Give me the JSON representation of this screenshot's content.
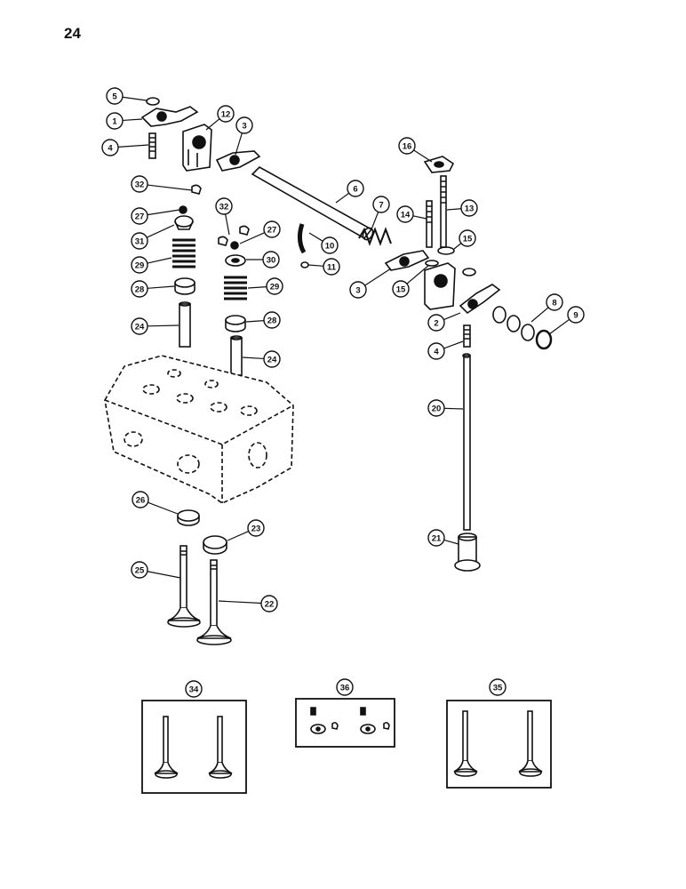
{
  "page_number": "24",
  "callouts": [
    {
      "id": "c5",
      "label": "5"
    },
    {
      "id": "c1",
      "label": "1"
    },
    {
      "id": "c4a",
      "label": "4"
    },
    {
      "id": "c12",
      "label": "12"
    },
    {
      "id": "c3a",
      "label": "3"
    },
    {
      "id": "c16",
      "label": "16"
    },
    {
      "id": "c6",
      "label": "6"
    },
    {
      "id": "c32a",
      "label": "32"
    },
    {
      "id": "c27a",
      "label": "27"
    },
    {
      "id": "c31",
      "label": "31"
    },
    {
      "id": "c29a",
      "label": "29"
    },
    {
      "id": "c28a",
      "label": "28"
    },
    {
      "id": "c24a",
      "label": "24"
    },
    {
      "id": "c32b",
      "label": "32"
    },
    {
      "id": "c27b",
      "label": "27"
    },
    {
      "id": "c30",
      "label": "30"
    },
    {
      "id": "c29b",
      "label": "29"
    },
    {
      "id": "c28b",
      "label": "28"
    },
    {
      "id": "c24b",
      "label": "24"
    },
    {
      "id": "c7",
      "label": "7"
    },
    {
      "id": "c10",
      "label": "10"
    },
    {
      "id": "c11",
      "label": "11"
    },
    {
      "id": "c14",
      "label": "14"
    },
    {
      "id": "c13",
      "label": "13"
    },
    {
      "id": "c15a",
      "label": "15"
    },
    {
      "id": "c3b",
      "label": "3"
    },
    {
      "id": "c15b",
      "label": "15"
    },
    {
      "id": "c2",
      "label": "2"
    },
    {
      "id": "c8",
      "label": "8"
    },
    {
      "id": "c9",
      "label": "9"
    },
    {
      "id": "c4b",
      "label": "4"
    },
    {
      "id": "c20",
      "label": "20"
    },
    {
      "id": "c21",
      "label": "21"
    },
    {
      "id": "c26",
      "label": "26"
    },
    {
      "id": "c23",
      "label": "23"
    },
    {
      "id": "c25",
      "label": "25"
    },
    {
      "id": "c22",
      "label": "22"
    },
    {
      "id": "c34",
      "label": "34"
    },
    {
      "id": "c36",
      "label": "36"
    },
    {
      "id": "c35",
      "label": "35"
    }
  ]
}
